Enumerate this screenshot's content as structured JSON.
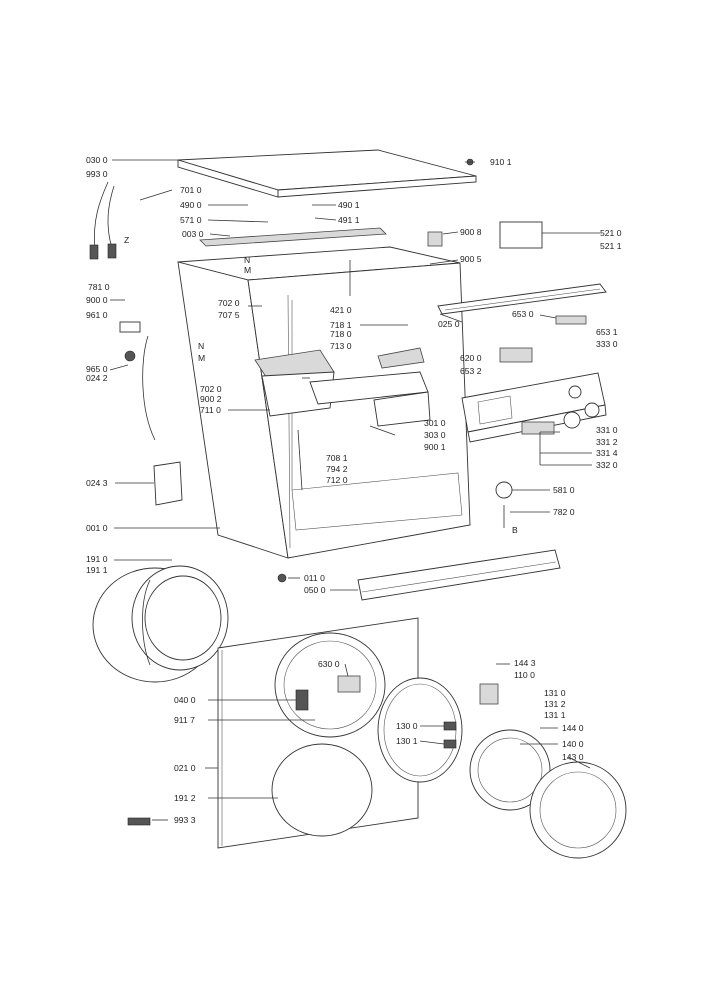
{
  "labels": {
    "l0300": "030 0",
    "l9930": "993 0",
    "l7010": "701 0",
    "l4900": "490 0",
    "l5710": "571 0",
    "l0030": "003 0",
    "l4901": "490 1",
    "l4911": "491 1",
    "l9101": "910 1",
    "l9008": "900 8",
    "l5210": "521 0",
    "l5211": "521 1",
    "l9005": "900 5",
    "lZ": "Z",
    "lN1": "N",
    "lM1": "M",
    "l7810": "781 0",
    "l9000": "900 0",
    "l9610": "961 0",
    "l7020a": "702 0",
    "l7075": "707 5",
    "lN2": "N",
    "lM2": "M",
    "l4210": "421 0",
    "l7181": "718 1",
    "l7180": "718 0",
    "l7130": "713 0",
    "l0250": "025 0",
    "l6530": "653 0",
    "l6531": "653 1",
    "l3330": "333 0",
    "l6200": "620 0",
    "l6532": "653 2",
    "l9650": "965 0",
    "l0242": "024 2",
    "l7020b": "702 0",
    "l9002": "900 2",
    "l7110": "711 0",
    "l3010": "301 0",
    "l3030": "303 0",
    "l9001": "900 1",
    "l3310": "331 0",
    "l3312": "331 2",
    "l3314": "331 4",
    "l3320": "332 0",
    "l7081": "708 1",
    "l7942": "794 2",
    "l7120": "712 0",
    "l0243": "024 3",
    "l5810": "581 0",
    "l7820": "782 0",
    "lB": "B",
    "l0010": "001 0",
    "l1910": "191 0",
    "l1911": "191 1",
    "l0110": "011 0",
    "l0500": "050 0",
    "l6300": "630 0",
    "l1443": "144 3",
    "l1100": "110 0",
    "l1310": "131 0",
    "l1312": "131 2",
    "l1311": "131 1",
    "l0400": "040 0",
    "l9117": "911 7",
    "l1300": "130 0",
    "l1440": "144 0",
    "l1301": "130 1",
    "l1400": "140 0",
    "l1430": "143 0",
    "l0210": "021 0",
    "l1912": "191 2",
    "l9933": "993 3"
  }
}
